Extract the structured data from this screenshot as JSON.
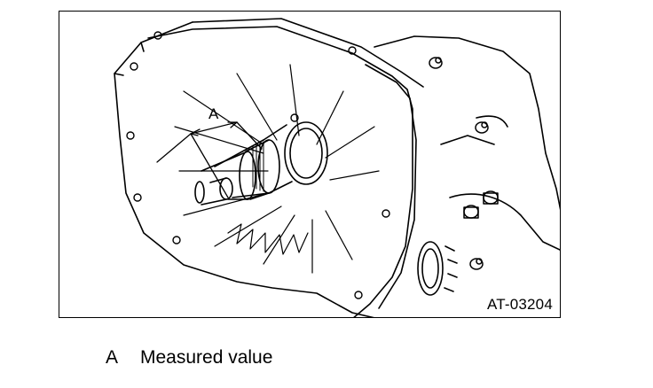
{
  "figure": {
    "code": "AT-03204",
    "dimension_label": "A"
  },
  "legend": [
    {
      "key": "A",
      "text": "Measured value"
    }
  ]
}
